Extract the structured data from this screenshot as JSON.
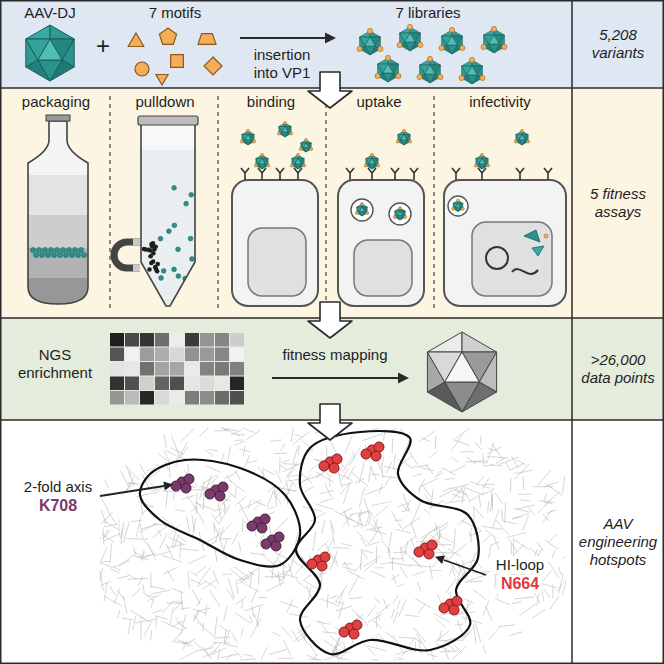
{
  "diagram": {
    "nodes": [
      {
        "text": [
          "5,208 variants"
        ]
      },
      {
        "text": [
          "5 fitness assays"
        ]
      },
      {
        "text": [
          ">26,000 data points"
        ]
      },
      {
        "text": [
          "AAV engineering hotspots"
        ]
      }
    ],
    "edges": [
      {
        "from": 0,
        "to": 1,
        "arrow": "to"
      },
      {
        "from": 1,
        "to": 2,
        "arrow": "to"
      },
      {
        "from": 2,
        "to": 3,
        "arrow": "to"
      }
    ],
    "labels": [
      "AAV-DJ",
      "+",
      "7 motifs",
      "insertion into VP1",
      "7 libraries",
      "packaging",
      "pulldown",
      "binding",
      "uptake",
      "infectivity",
      "NGS enrichment",
      "fitness mapping",
      "2-fold axis",
      "K708",
      "HI-loop",
      "N664"
    ]
  }
}
